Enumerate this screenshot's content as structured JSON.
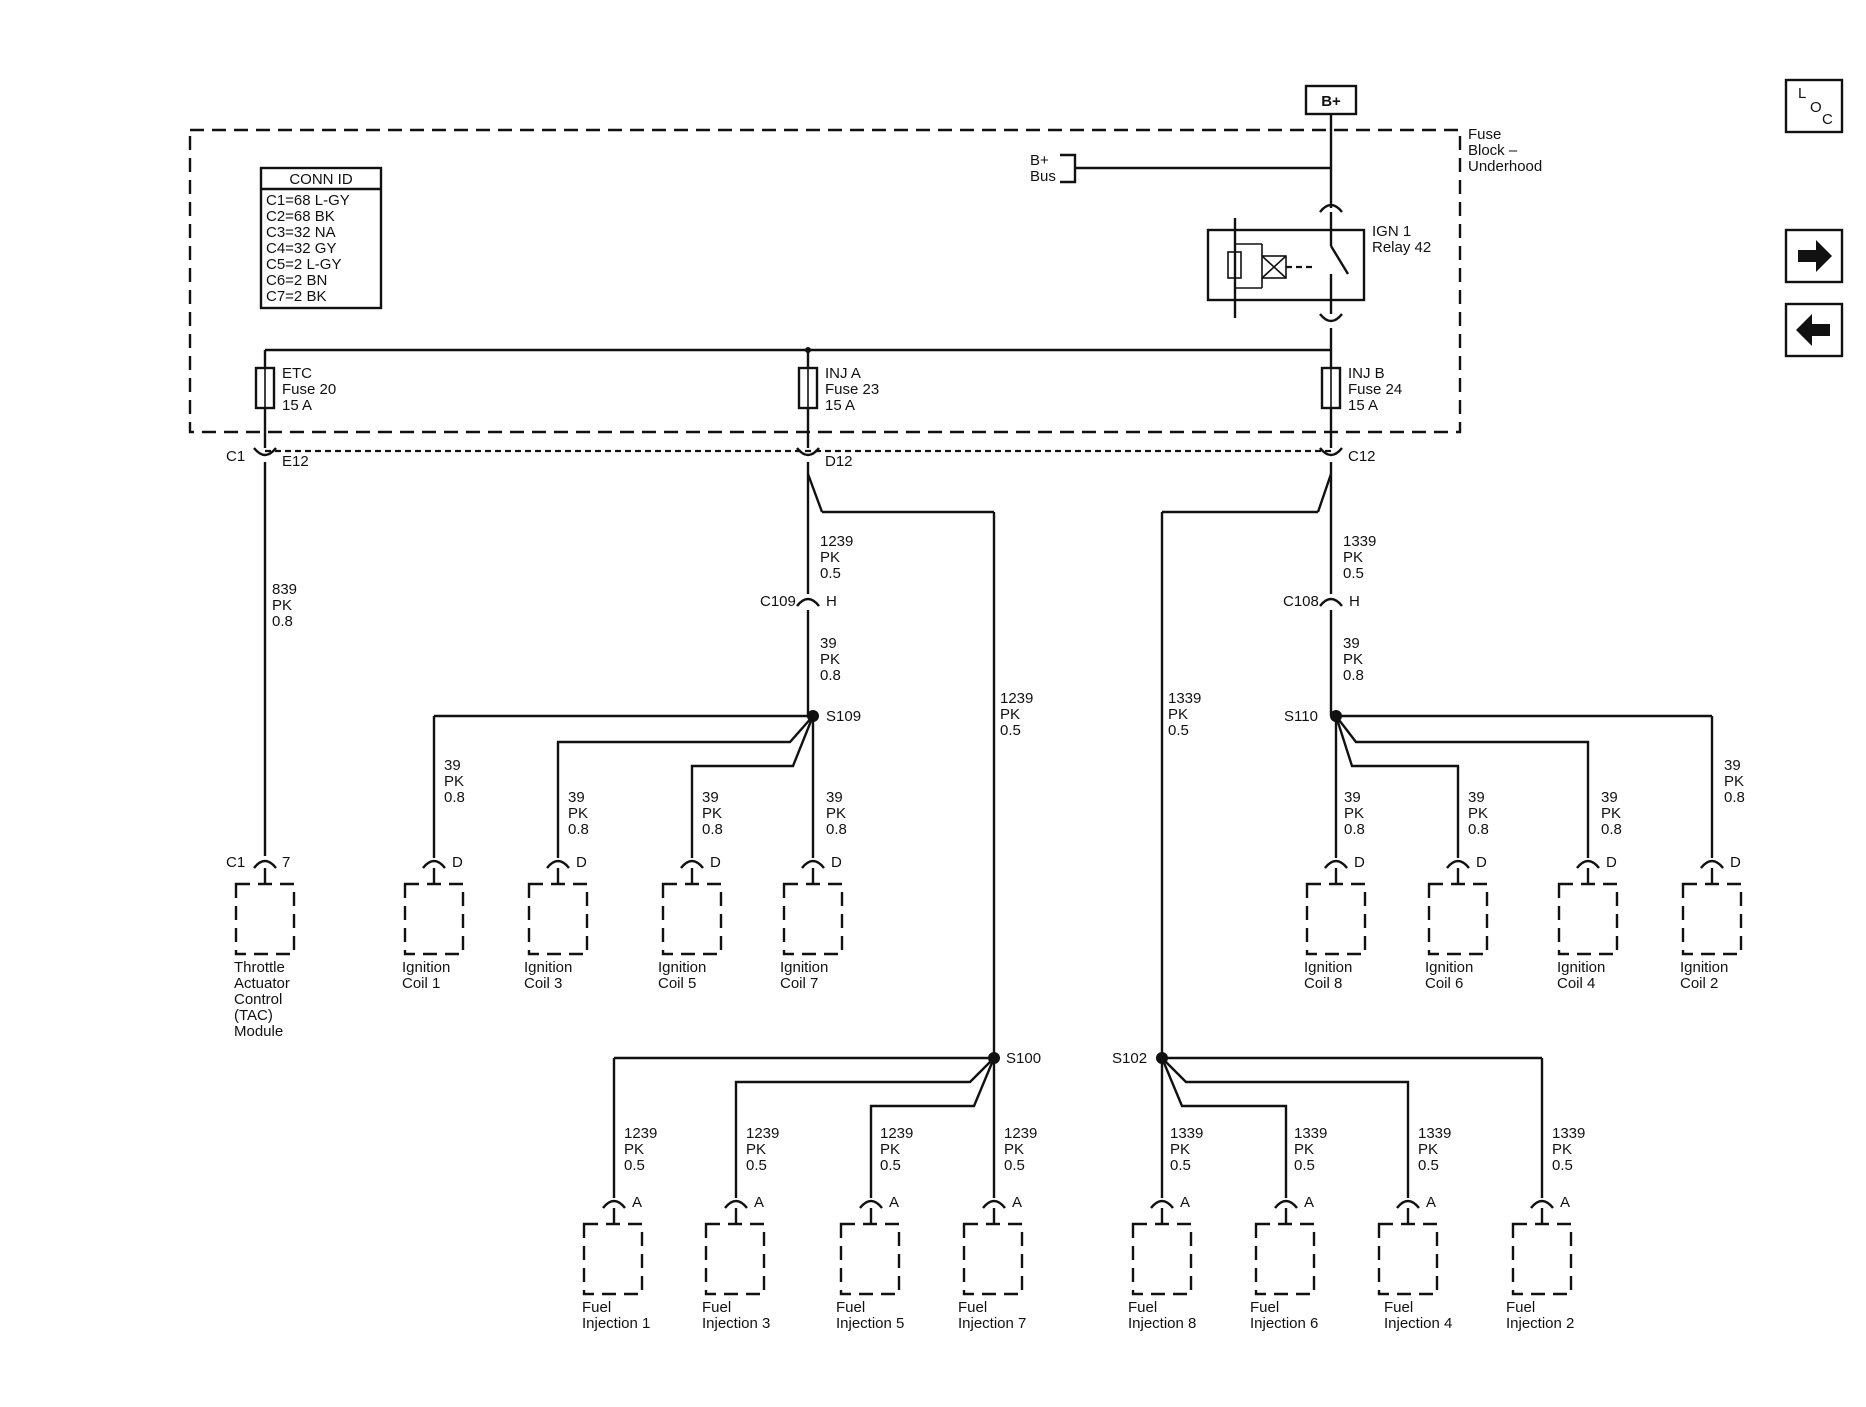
{
  "battery": {
    "label": "B+"
  },
  "fuse_block": {
    "line1": "Fuse",
    "line2": "Block –",
    "line3": "Underhood"
  },
  "bus": {
    "line1": "B+",
    "line2": "Bus"
  },
  "relay": {
    "line1": "IGN 1",
    "line2": "Relay 42"
  },
  "conn_id": {
    "title": "CONN ID",
    "rows": [
      "C1=68 L-GY",
      "C2=68 BK",
      "C3=32 NA",
      "C4=32 GY",
      "C5=2 L-GY",
      "C6=2 BN",
      "C7=2 BK"
    ]
  },
  "fuses": [
    {
      "name": "ETC",
      "fuse": "Fuse 20",
      "amp": "15 A",
      "conn": "C1",
      "pin": "E12"
    },
    {
      "name": "INJ A",
      "fuse": "Fuse 23",
      "amp": "15 A",
      "pin": "D12"
    },
    {
      "name": "INJ B",
      "fuse": "Fuse 24",
      "amp": "15 A",
      "pin": "C12"
    }
  ],
  "wires": {
    "w839": {
      "ckt": "839",
      "color": "PK",
      "size": "0.8"
    },
    "w1239": {
      "ckt": "1239",
      "color": "PK",
      "size": "0.5"
    },
    "w1339": {
      "ckt": "1339",
      "color": "PK",
      "size": "0.5"
    },
    "w39": {
      "ckt": "39",
      "color": "PK",
      "size": "0.8"
    }
  },
  "connectors": {
    "c109": {
      "name": "C109",
      "pin": "H"
    },
    "c108": {
      "name": "C108",
      "pin": "H"
    },
    "tac": {
      "name": "C1",
      "pin": "7"
    },
    "coil_pin": "D",
    "inj_pin": "A"
  },
  "splices": {
    "s109": "S109",
    "s110": "S110",
    "s100": "S100",
    "s102": "S102"
  },
  "tac_module": {
    "lines": [
      "Throttle",
      "Actuator",
      "Control",
      "(TAC)",
      "Module"
    ]
  },
  "coils_left": [
    {
      "l1": "Ignition",
      "l2": "Coil 1"
    },
    {
      "l1": "Ignition",
      "l2": "Coil 3"
    },
    {
      "l1": "Ignition",
      "l2": "Coil 5"
    },
    {
      "l1": "Ignition",
      "l2": "Coil 7"
    }
  ],
  "coils_right": [
    {
      "l1": "Ignition",
      "l2": "Coil 8"
    },
    {
      "l1": "Ignition",
      "l2": "Coil 6"
    },
    {
      "l1": "Ignition",
      "l2": "Coil 4"
    },
    {
      "l1": "Ignition",
      "l2": "Coil 2"
    }
  ],
  "injectors_left": [
    {
      "l1": "Fuel",
      "l2": "Injection 1"
    },
    {
      "l1": "Fuel",
      "l2": "Injection 3"
    },
    {
      "l1": "Fuel",
      "l2": "Injection 5"
    },
    {
      "l1": "Fuel",
      "l2": "Injection 7"
    }
  ],
  "injectors_right": [
    {
      "l1": "Fuel",
      "l2": "Injection 8"
    },
    {
      "l1": "Fuel",
      "l2": "Injection 6"
    },
    {
      "l1": "Fuel",
      "l2": "Injection 4"
    },
    {
      "l1": "Fuel",
      "l2": "Injection 2"
    }
  ],
  "nav": {
    "loc_l": "L",
    "loc_o": "O",
    "loc_c": "C",
    "forward_icon": "arrow-right-icon",
    "back_icon": "arrow-left-icon"
  }
}
